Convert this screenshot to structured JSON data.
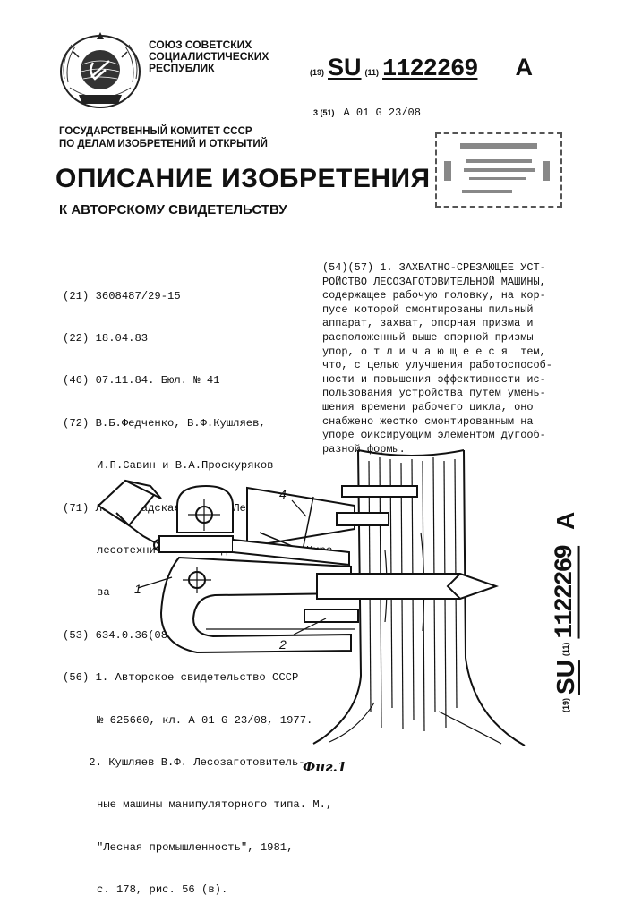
{
  "header": {
    "union_lines": [
      "СОЮЗ СОВЕТСКИХ",
      "СОЦИАЛИСТИЧЕСКИХ",
      "РЕСПУБЛИК"
    ],
    "code_19": "(19)",
    "country": "SU",
    "code_11": "(11)",
    "number": "1122269",
    "kind": "A",
    "ipc_prefix": "3 (51)",
    "ipc": "A 01 G 23/08",
    "committee_lines": [
      "ГОСУДАРСТВЕННЫЙ КОМИТЕТ СССР",
      "ПО ДЕЛАМ ИЗОБРЕТЕНИЙ И ОТКРЫТИЙ"
    ],
    "title": "ОПИСАНИЕ ИЗОБРЕТЕНИЯ",
    "subtitle": "К АВТОРСКОМУ СВИДЕТЕЛЬСТВУ"
  },
  "biblio": [
    "(21) 3608487/29-15",
    "(22) 18.04.83",
    "(46) 07.11.84. Бюл. № 41",
    "(72) В.Б.Федченко, В.Ф.Кушляев,",
    "И.П.Савин и В.А.Проскуряков",
    "(71) Ленинградская ордена Ленина",
    "лесотехническая академия им.С.М.Киро-",
    "ва",
    "(53) 634.0.36(088.8)",
    "(56) 1. Авторское свидетельство СССР",
    "№ 625660, кл. А 01 G 23/08, 1977.",
    "    2. Кушляев В.Ф. Лесозаготовитель-",
    "ные машины манипуляторного типа. М.,",
    "\"Лесная промышленность\", 1981,",
    "с. 178, рис. 56 (в)."
  ],
  "claim": [
    "(54)(57) 1. ЗАХВАТНО-СРЕЗАЮЩЕЕ УСТ-",
    "РОЙСТВО ЛЕСОЗАГОТОВИТЕЛЬНОЙ МАШИНЫ,",
    "содержащее рабочую головку, на кор-",
    "пусе которой смонтированы пильный",
    "аппарат, захват, опорная призма и",
    "расположенный выше опорной призмы",
    "упор, о т л и ч а ю щ е е с я  тем,",
    "что, с целью улучшения работоспособ-",
    "ности и повышения эффективности ис-",
    "пользования устройства путем умень-",
    "шения времени рабочего цикла, оно",
    "снабжено жестко смонтированным на",
    "упоре фиксирующим элементом дугооб-",
    "разной формы."
  ],
  "figure": {
    "label_1": "1",
    "label_2": "2",
    "label_4": "4",
    "caption": "Фиг.1"
  },
  "side": {
    "code_19": "(19)",
    "country": "SU",
    "code_11": "(11)",
    "number": "1122269",
    "kind": "A"
  },
  "colors": {
    "ink": "#111111",
    "stamp": "#555555"
  },
  "icons": [
    "ussr-emblem-icon",
    "library-stamp"
  ]
}
